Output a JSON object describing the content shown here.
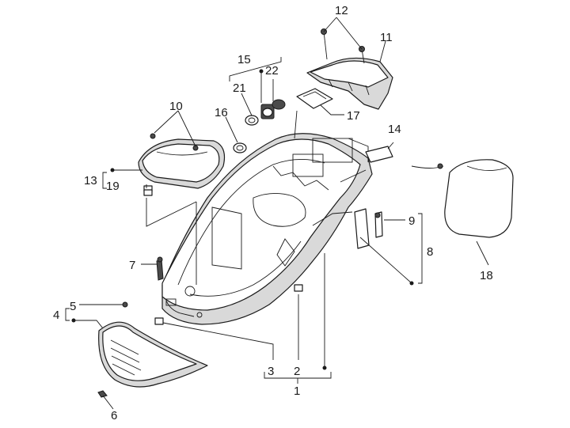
{
  "diagram": {
    "type": "exploded-parts-diagram",
    "colors": {
      "line": "#1a1a1a",
      "fill": "#ffffff",
      "shade": "#d9d9d9",
      "background": "#ffffff"
    },
    "callouts": {
      "c1": "1",
      "c2": "2",
      "c3": "3",
      "c4": "4",
      "c5": "5",
      "c6": "6",
      "c7": "7",
      "c8": "8",
      "c9": "9",
      "c10": "10",
      "c11": "11",
      "c12": "12",
      "c13": "13",
      "c14": "14",
      "c15": "15",
      "c16": "16",
      "c17": "17",
      "c18": "18",
      "c19": "19",
      "c21": "21",
      "c22": "22"
    }
  }
}
